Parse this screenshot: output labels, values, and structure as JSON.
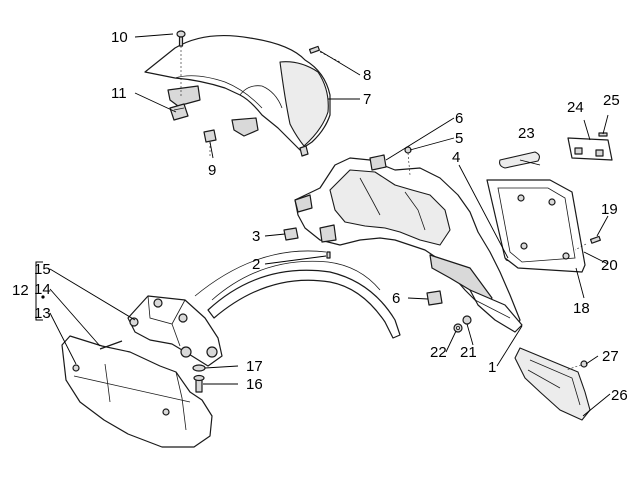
{
  "callouts": [
    {
      "id": "c1",
      "text": "1"
    },
    {
      "id": "c2",
      "text": "2"
    },
    {
      "id": "c3",
      "text": "3"
    },
    {
      "id": "c4",
      "text": "4"
    },
    {
      "id": "c5",
      "text": "5"
    },
    {
      "id": "c6a",
      "text": "6"
    },
    {
      "id": "c6b",
      "text": "6"
    },
    {
      "id": "c7",
      "text": "7"
    },
    {
      "id": "c8",
      "text": "8"
    },
    {
      "id": "c9",
      "text": "9"
    },
    {
      "id": "c10",
      "text": "10"
    },
    {
      "id": "c11",
      "text": "11"
    },
    {
      "id": "c12",
      "text": "12"
    },
    {
      "id": "c13",
      "text": "13"
    },
    {
      "id": "c14",
      "text": "14"
    },
    {
      "id": "c15",
      "text": "15"
    },
    {
      "id": "c16",
      "text": "16"
    },
    {
      "id": "c17",
      "text": "17"
    },
    {
      "id": "c18",
      "text": "18"
    },
    {
      "id": "c19",
      "text": "19"
    },
    {
      "id": "c20",
      "text": "20"
    },
    {
      "id": "c21",
      "text": "21"
    },
    {
      "id": "c22",
      "text": "22"
    },
    {
      "id": "c23",
      "text": "23"
    },
    {
      "id": "c24",
      "text": "24"
    },
    {
      "id": "c25",
      "text": "25"
    },
    {
      "id": "c26",
      "text": "26"
    },
    {
      "id": "c27",
      "text": "27"
    }
  ]
}
